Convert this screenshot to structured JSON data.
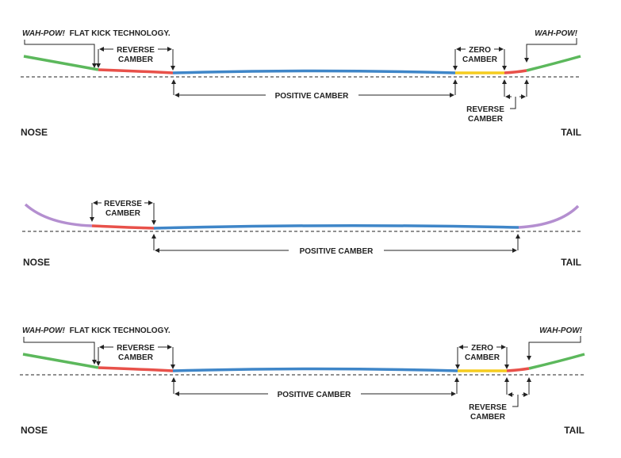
{
  "colors": {
    "flat_kick": "#5cb85c",
    "reverse_camber": "#e8514a",
    "positive_camber": "#3f86c8",
    "zero_camber": "#f5cc1f",
    "rocker_tip": "#b48fd0",
    "ink": "#232323"
  },
  "diagrams": [
    {
      "name": "wah-pow-hybrid-profile",
      "brand_text": "WAH-POW!",
      "nose_callout_rest": "FLAT KICK TECHNOLOGY.",
      "tail_callout": "WAH-POW!",
      "reverse_camber_nose": [
        "REVERSE",
        "CAMBER"
      ],
      "positive_camber": "POSITIVE CAMBER",
      "zero_camber": [
        "ZERO",
        "CAMBER"
      ],
      "reverse_camber_tail": [
        "REVERSE",
        "CAMBER"
      ],
      "nose": "NOSE",
      "tail": "TAIL"
    },
    {
      "name": "rocker-camber-profile",
      "reverse_camber_nose": [
        "REVERSE",
        "CAMBER"
      ],
      "positive_camber": "POSITIVE CAMBER",
      "nose": "NOSE",
      "tail": "TAIL"
    },
    {
      "name": "wah-pow-hybrid-profile-2",
      "brand_text": "WAH-POW!",
      "nose_callout_rest": "FLAT KICK TECHNOLOGY.",
      "tail_callout": "WAH-POW!",
      "reverse_camber_nose": [
        "REVERSE",
        "CAMBER"
      ],
      "positive_camber": "POSITIVE CAMBER",
      "zero_camber": [
        "ZERO",
        "CAMBER"
      ],
      "reverse_camber_tail": [
        "REVERSE",
        "CAMBER"
      ],
      "nose": "NOSE",
      "tail": "TAIL"
    }
  ]
}
